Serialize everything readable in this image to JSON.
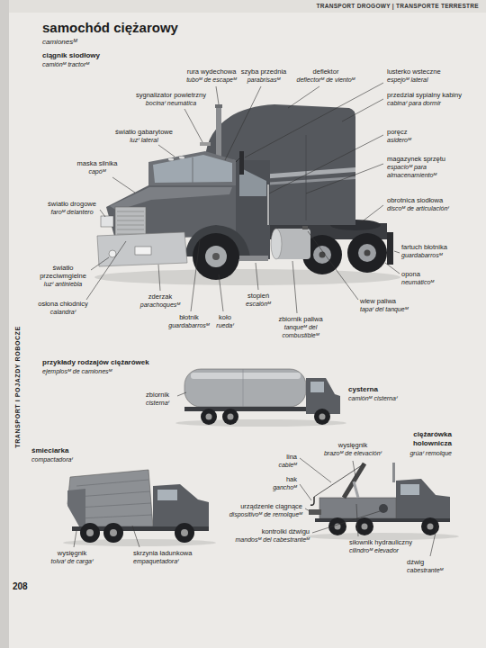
{
  "diagram": {
    "title": "samochód ciężarowy",
    "labels": [
      "TRANSPORT DROGOWY | TRANSPORTE TERRESTRE",
      "camionesᴹ",
      "ciągnik siodłowy",
      "camiónᴹ tractorᴹ",
      "rura wydechowa",
      "tuboᴹ de escapeᴹ",
      "szyba przednia",
      "parabrisasᴹ",
      "deflektor",
      "deflectorᴹ de vientoᴹ",
      "lusterko wsteczne",
      "espejoᴹ lateral",
      "sygnalizator powietrzny",
      "bocinaᶠ neumática",
      "przedział sypialny kabiny",
      "cabinaᶠ para dormir",
      "światło gabarytowe",
      "luzᶠ lateral",
      "poręcz",
      "asideroᴹ",
      "maska silnika",
      "capóᴹ",
      "magazynek sprzętu",
      "espacioᴹ para almacenamientoᴹ",
      "światło drogowe",
      "faroᴹ delantero",
      "obrotnica siodłowa",
      "discoᴹ de articulaciónᶠ",
      "fartuch błotnika",
      "guardabarrosᴹ",
      "światło przeciwmgielne",
      "luzᶠ antiniebla",
      "opona",
      "neumáticoᴹ",
      "osłona chłodnicy",
      "calandraᶠ",
      "zderzak",
      "parachoquesᴹ",
      "stopień",
      "escalónᴹ",
      "wlew paliwa",
      "tapaᶠ del tanqueᴹ",
      "błotnik",
      "guardabarrosᴹ",
      "koło",
      "ruedaᶠ",
      "zbiornik paliwa",
      "tanqueᴹ del combustibleᴹ",
      "przykłady rodzajów ciężarówek",
      "ejemplosᴹ de camionesᴹ",
      "zbiornik",
      "cisternaᶠ",
      "cysterna",
      "camiónᴹ cisternaᶠ",
      "śmieciarka",
      "compactadoraᶠ",
      "ciężarówka holownicza",
      "grúaᶠ remolque",
      "lina",
      "cableᴹ",
      "wysięgnik",
      "brazoᴹ de elevaciónᶠ",
      "hak",
      "ganchoᴹ",
      "urządzenie ciągnące",
      "dispositivoᴹ de remolqueᴹ",
      "kontrolki dźwigu",
      "mandosᴹ del cabestranteᴹ",
      "siłownik hydrauliczny",
      "cilindroᴹ elevador",
      "dźwig",
      "cabestranteᴹ",
      "wysięgnik",
      "tolvaᶠ de cargaᶠ",
      "skrzynia ładunkowa",
      "empaquetadoraᶠ",
      "208",
      "TRANSPORT I POJAZDY ROBOCZE"
    ]
  }
}
